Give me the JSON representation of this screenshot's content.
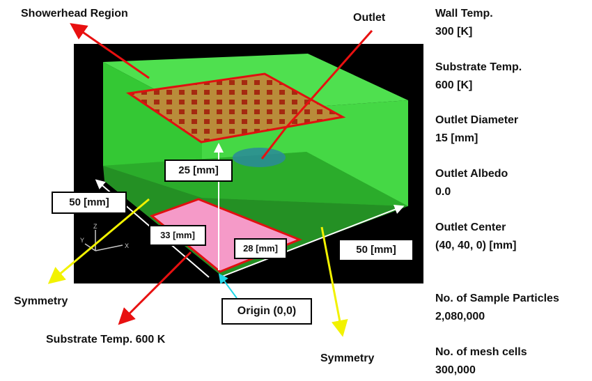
{
  "labels": {
    "showerhead": "Showerhead Region",
    "outlet": "Outlet",
    "symmetry_left": "Symmetry",
    "symmetry_right": "Symmetry",
    "substrate": "Substrate Temp. 600 K"
  },
  "dimensions": {
    "height": "25 [mm]",
    "width_left": "50 [mm]",
    "width_right": "50 [mm]",
    "substrate_x": "33 [mm]",
    "substrate_y": "28 [mm]",
    "origin": "Origin (0,0)"
  },
  "axes": {
    "x": "X",
    "y": "Y",
    "z": "Z"
  },
  "params": [
    {
      "name": "Wall Temp.",
      "value": "300 [K]"
    },
    {
      "name": "Substrate Temp.",
      "value": "600 [K]"
    },
    {
      "name": "Outlet Diameter",
      "value": "15 [mm]"
    },
    {
      "name": "Outlet Albedo",
      "value": "0.0"
    },
    {
      "name": "Outlet Center",
      "value": "(40, 40, 0) [mm]"
    },
    {
      "name": "No. of Sample Particles",
      "value": "2,080,000"
    },
    {
      "name": "No. of mesh cells",
      "value": "300,000"
    }
  ],
  "colors": {
    "background_panel": "#000000",
    "chamber_green": "#3fd63f",
    "substrate_pink": "#f59ac8",
    "outline_red": "#e01010",
    "arrow_red": "#e81010",
    "arrow_yellow": "#f2f200",
    "arrow_white": "#ffffff",
    "arrow_cyan": "#20d8e8"
  }
}
